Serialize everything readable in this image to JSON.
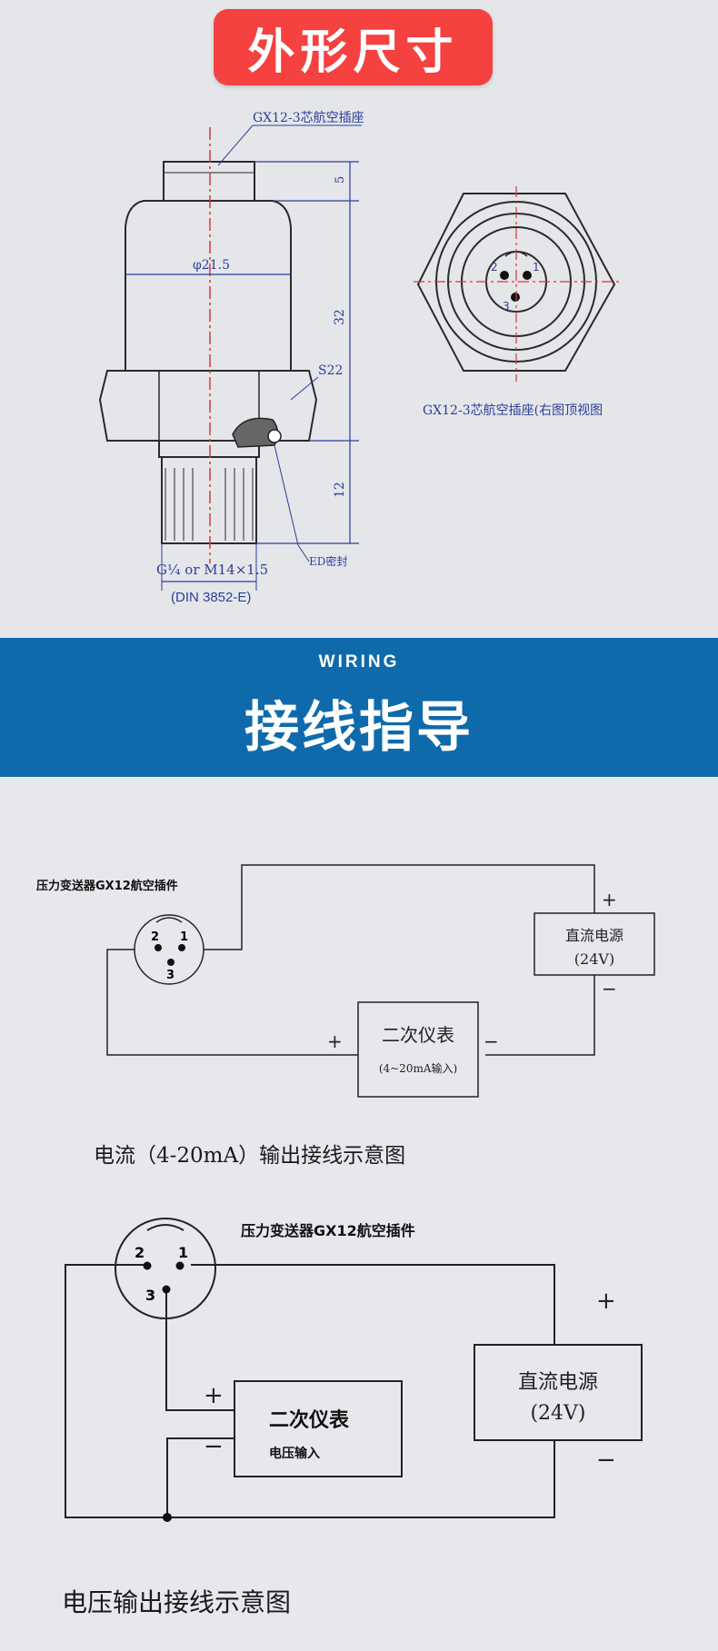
{
  "header": {
    "title": "外形尺寸"
  },
  "dimension_drawing": {
    "connector_label": "GX12-3芯航空插座",
    "dim_top": "5",
    "dim_body": "32",
    "dim_bottom": "12",
    "diameter": "φ21.5",
    "hex": "S22",
    "seal": "ED密封",
    "thread": "G¼  or M14×1.5",
    "standard": "(DIN 3852-E)",
    "top_view_caption": "GX12-3芯航空插座(右图顶视图",
    "pins": [
      "1",
      "2",
      "3"
    ]
  },
  "banner": {
    "subtitle": "WIRING",
    "title": "接线指导"
  },
  "current_wiring": {
    "connector_label": "压力变送器GX12航空插件",
    "power_label": "直流电源",
    "power_voltage": "(24V)",
    "meter_label": "二次仪表",
    "meter_input": "(4~20mA输入)",
    "plus": "+",
    "minus": "−",
    "pins": [
      "1",
      "2",
      "3"
    ],
    "caption": "电流（4-20mA）输出接线示意图"
  },
  "voltage_wiring": {
    "connector_label": "压力变送器GX12航空插件",
    "power_label": "直流电源",
    "power_voltage": "(24V)",
    "meter_label": "二次仪表",
    "meter_input": "电压输入",
    "plus": "+",
    "minus": "−",
    "pins": [
      "1",
      "2",
      "3"
    ],
    "caption": "电压输出接线示意图"
  },
  "colors": {
    "accent_red": "#f5413f",
    "banner_blue": "#0f6aac",
    "dim_blue": "#2c3e9a",
    "axis_red": "#d23b3b"
  }
}
